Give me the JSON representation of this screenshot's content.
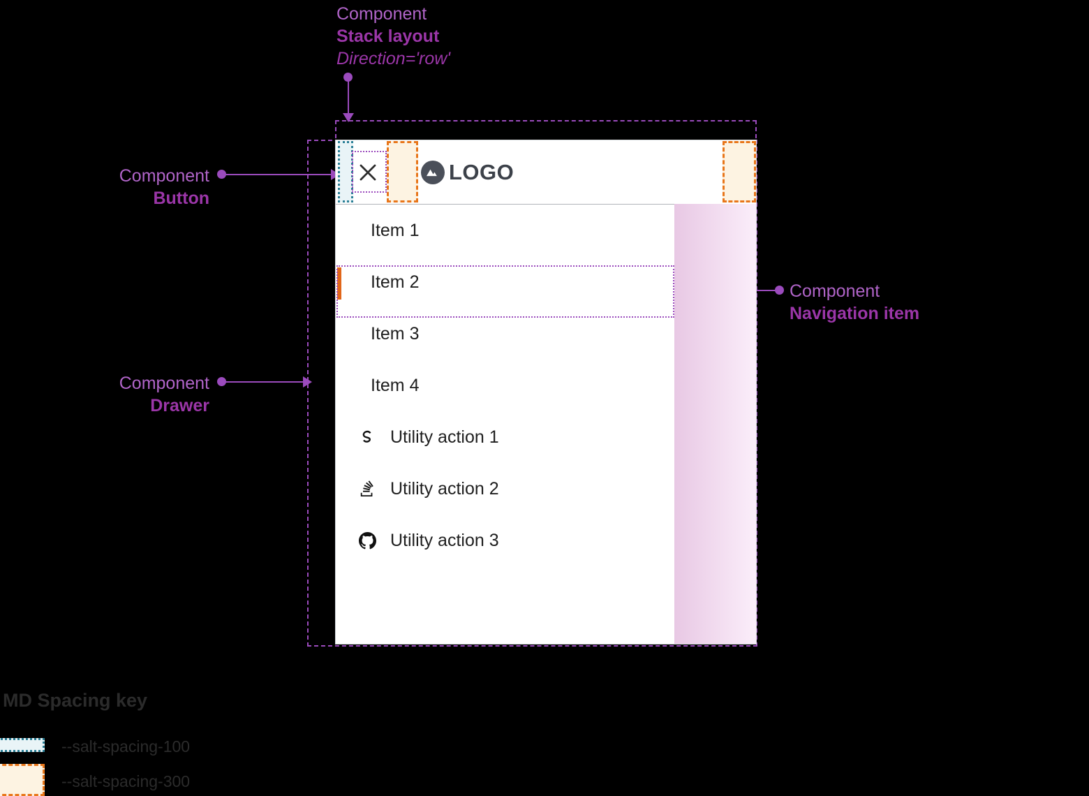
{
  "annotations": {
    "stack_layout": {
      "kind": "Component",
      "name": "Stack layout",
      "prop": "Direction='row'"
    },
    "button": {
      "kind": "Component",
      "name": "Button"
    },
    "drawer": {
      "kind": "Component",
      "name": "Drawer"
    },
    "nav_item": {
      "kind": "Component",
      "name": "Navigation item"
    }
  },
  "drawer": {
    "header": {
      "close_icon": "close-icon",
      "logo_icon": "mountain-logo-icon",
      "logo_text": "LOGO"
    },
    "nav_items": [
      {
        "label": "Item 1",
        "selected": false
      },
      {
        "label": "Item 2",
        "selected": true
      },
      {
        "label": "Item 3",
        "selected": false
      },
      {
        "label": "Item 4",
        "selected": false
      }
    ],
    "utility_actions": [
      {
        "label": "Utility action 1",
        "icon": "salt-s-icon"
      },
      {
        "label": "Utility action 2",
        "icon": "stack-overflow-icon"
      },
      {
        "label": "Utility action 3",
        "icon": "github-icon"
      }
    ]
  },
  "spacing_key": {
    "title": "MD Spacing key",
    "entries": [
      {
        "label": "--salt-spacing-100",
        "color": "#e9f4f7",
        "border": "#2b7f96"
      },
      {
        "label": "--salt-spacing-300",
        "color": "#fdf3e2",
        "border": "#e8761a"
      }
    ]
  },
  "colors": {
    "annotation_kind": "#b064c8",
    "annotation_name": "#9b36a8",
    "leader": "#9b4bbd",
    "selected_indicator": "#e1661a",
    "logo_mark": "#4a4f59"
  }
}
